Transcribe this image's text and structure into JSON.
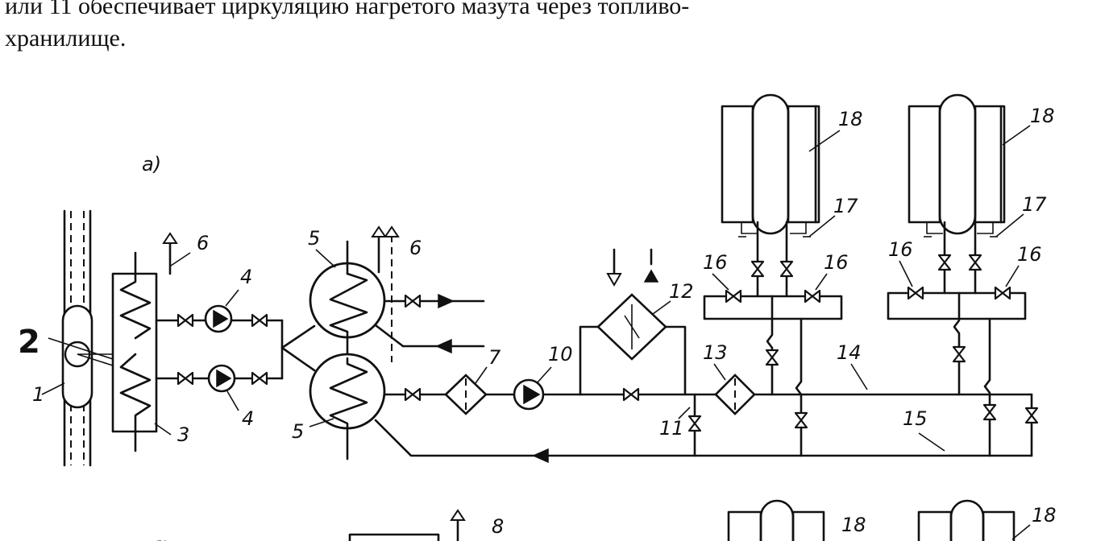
{
  "text": {
    "line1": "или 11 обеспечивает циркуляцию нагретого мазута через топливо-",
    "line2": "хранилище."
  },
  "diagram": {
    "panel_a_label": "а)",
    "panel_b_label": "б)",
    "labels": {
      "n1": "1",
      "n2": "2",
      "n3": "3",
      "n4": "4",
      "n5": "5",
      "n6": "6",
      "n7": "7",
      "n8": "8",
      "n10": "10",
      "n11": "11",
      "n12": "12",
      "n13": "13",
      "n14": "14",
      "n15": "15",
      "n16": "16",
      "n17": "17",
      "n18": "18"
    }
  }
}
